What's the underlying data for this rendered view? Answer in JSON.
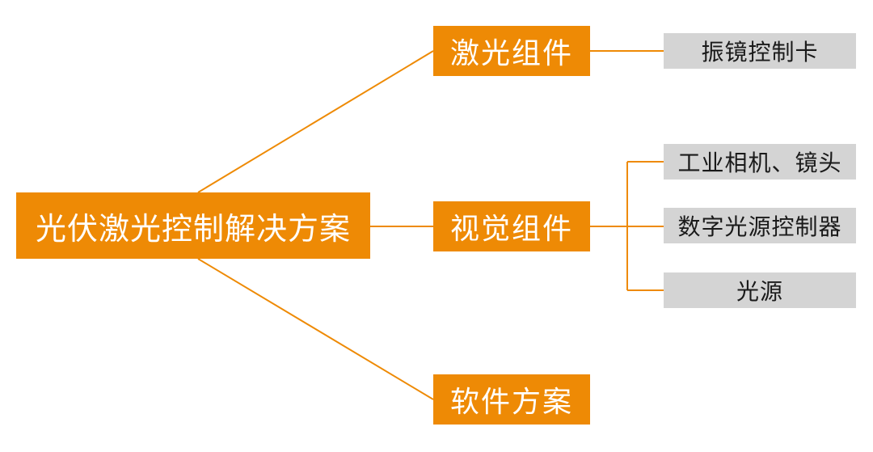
{
  "diagram": {
    "root": {
      "label": "光伏激光控制解决方案"
    },
    "branches": [
      {
        "label": "激光组件",
        "children": [
          {
            "label": "振镜控制卡"
          }
        ]
      },
      {
        "label": "视觉组件",
        "children": [
          {
            "label": "工业相机、镜头"
          },
          {
            "label": "数字光源控制器"
          },
          {
            "label": "光源"
          }
        ]
      },
      {
        "label": "软件方案",
        "children": []
      }
    ]
  },
  "colors": {
    "node_orange": "#ee8a05",
    "node_gray": "#d4d4d4",
    "connector": "#ee8a05",
    "background": "#ffffff"
  }
}
